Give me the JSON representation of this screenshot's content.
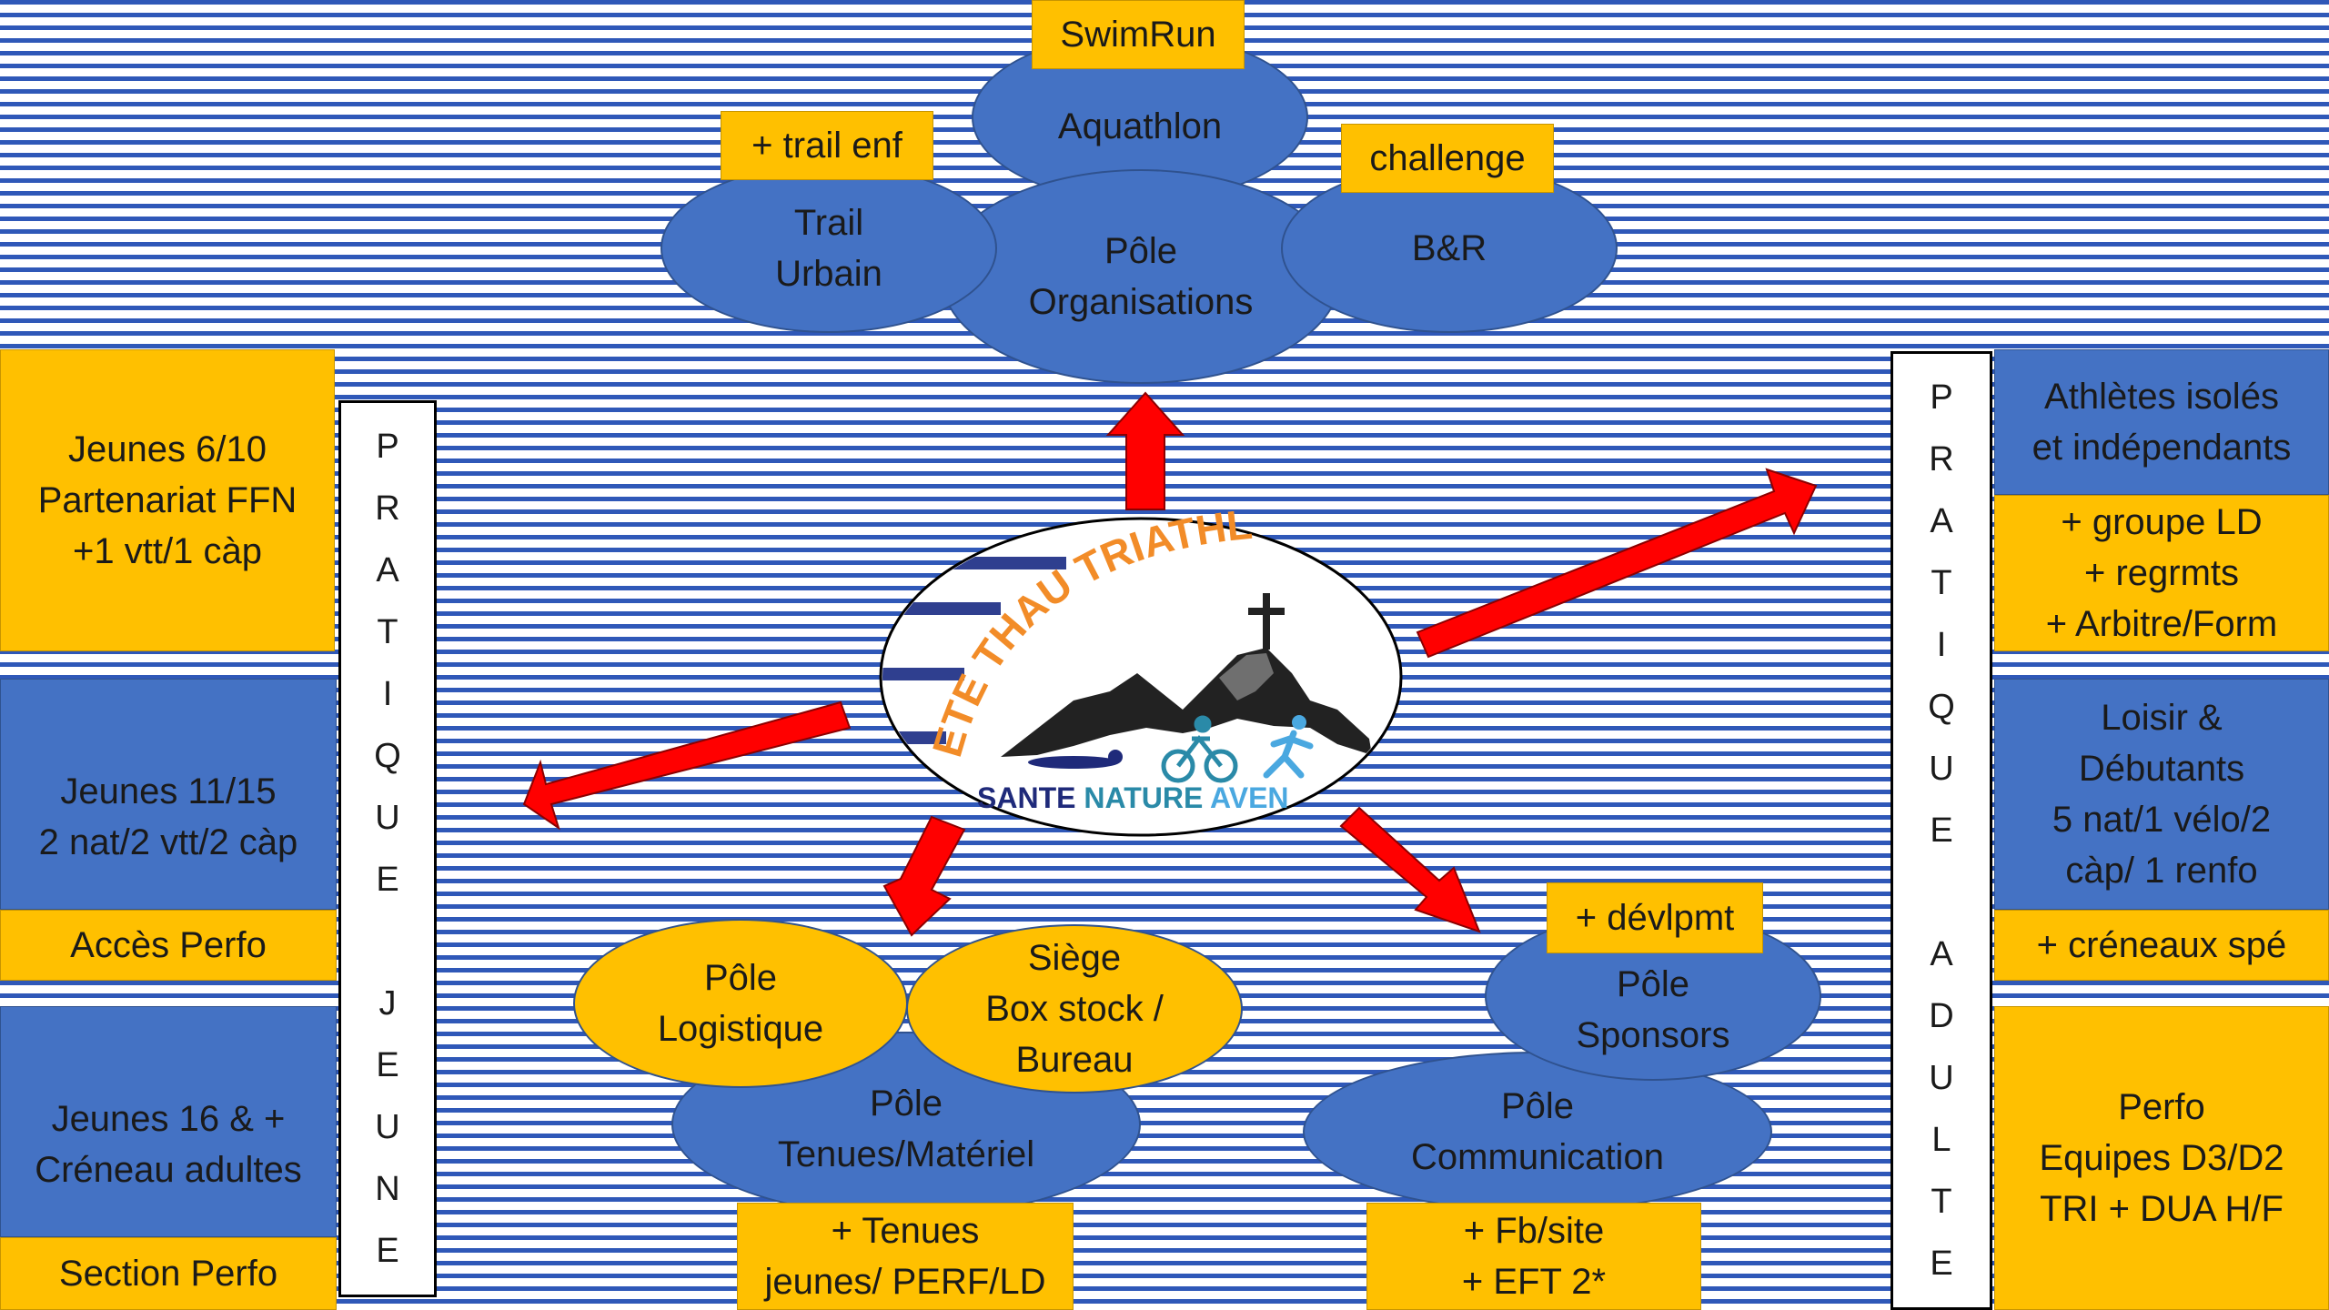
{
  "organisations": {
    "swimrun": "SwimRun",
    "aquathlon": "Aquathlon",
    "trail_enf": "+ trail enf",
    "trail_line1": "Trail",
    "trail_line2": "Urbain",
    "pole_line1": "Pôle",
    "pole_line2": "Organisations",
    "challenge": "challenge",
    "br": "B&R"
  },
  "logo": {
    "arc_text": "ETE THAU TRIATHL",
    "bottom_text": "SANTE NATURE AVEN"
  },
  "pratique_jeune": {
    "letters": [
      "P",
      "R",
      "A",
      "T",
      "I",
      "Q",
      "U",
      "E",
      "",
      "J",
      "E",
      "U",
      "N",
      "E"
    ],
    "box1": [
      "Jeunes 6/10",
      "Partenariat FFN",
      "+1 vtt/1 càp"
    ],
    "box2": [
      "Jeunes 11/15",
      "2 nat/2 vtt/2 càp"
    ],
    "box2_gold": "Accès Perfo",
    "box3": [
      "Jeunes 16 & +",
      "Créneau adultes"
    ],
    "box3_gold": "Section Perfo"
  },
  "pratique_adulte": {
    "letters": [
      "P",
      "R",
      "A",
      "T",
      "I",
      "Q",
      "U",
      "E",
      "",
      "A",
      "D",
      "U",
      "L",
      "T",
      "E"
    ],
    "box1": [
      "Athlètes isolés",
      "et indépendants"
    ],
    "box1_gold": [
      "+ groupe LD",
      "+ regrmts",
      "+ Arbitre/Form"
    ],
    "box2": [
      "Loisir &",
      "Débutants",
      "5 nat/1 vélo/2",
      "càp/ 1 renfo"
    ],
    "box2_gold": "+ créneaux spé",
    "box3": [
      "Perfo",
      "Equipes D3/D2",
      "TRI + DUA H/F"
    ]
  },
  "bottom": {
    "logistique": [
      "Pôle",
      "Logistique"
    ],
    "siege": [
      "Siège",
      "Box stock /",
      "Bureau"
    ],
    "tenues": [
      "Pôle",
      "Tenues/Matériel"
    ],
    "tenues_gold": [
      "+ Tenues",
      "jeunes/ PERF/LD"
    ],
    "devlpmt": "+ dévlpmt",
    "sponsors": [
      "Pôle",
      "Sponsors"
    ],
    "communication": [
      "Pôle",
      "Communication"
    ],
    "comm_gold": [
      "+ Fb/site",
      "+ EFT 2*"
    ]
  },
  "colors": {
    "blue": "#4472c4",
    "gold": "#ffc000",
    "arrow": "#ff0000",
    "stripe": "#2f58b8"
  }
}
